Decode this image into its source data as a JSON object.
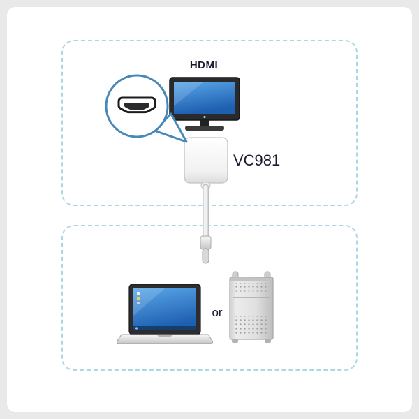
{
  "diagram": {
    "display_section": {
      "port_label": "HDMI",
      "adapter_model": "VC981"
    },
    "source_section": {
      "or_label": "or"
    }
  },
  "colors": {
    "page_background": "#e9e9e9",
    "card_background": "#ffffff",
    "dashed_border": "#a8d8e2",
    "magnifier_ring": "#4788b8",
    "screen_blue": "#2f7fd0",
    "label_text": "#1a1a2e"
  },
  "icons": {
    "display": "hdmi-monitor-icon",
    "port_closeup": "hdmi-plug-icon",
    "adapter": "adapter-device-icon",
    "cable": "usb-cable-connector-icon",
    "laptop": "laptop-icon",
    "tower": "desktop-tower-icon"
  }
}
